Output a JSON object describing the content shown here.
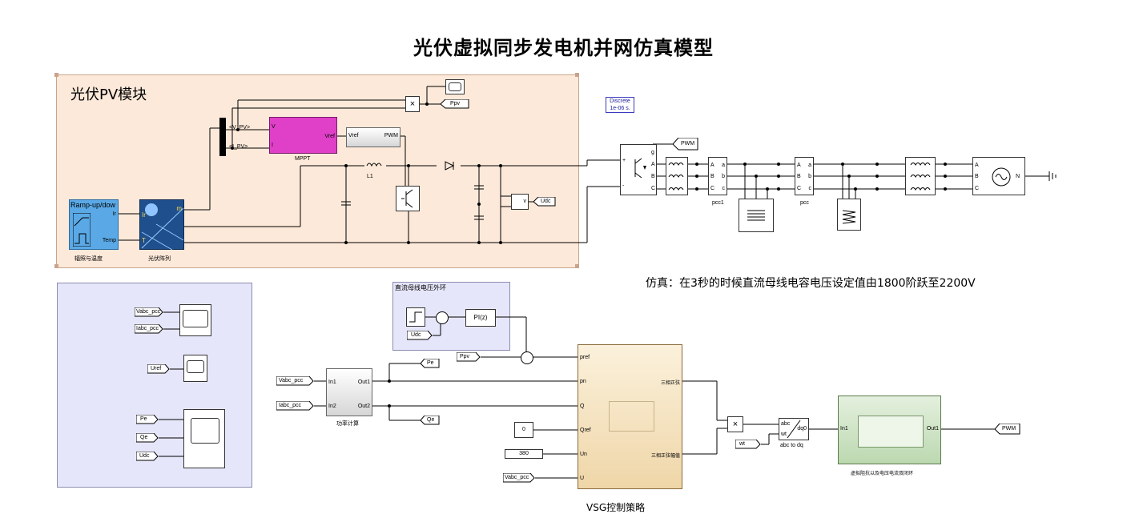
{
  "title": "光伏虚拟同步发电机并网仿真模型",
  "pv_area_label": "光伏PV模块",
  "note": "仿真：在3秒的时候直流母线电容电压设定值由1800阶跃至2200V",
  "powergui": {
    "line1": "Discrete",
    "line2": "1e-06 s."
  },
  "blocks": {
    "ramp": {
      "title": "Ramp-up/dow",
      "port_ir": "Ir",
      "port_temp": "Temp",
      "caption": "辐照与温度"
    },
    "pv_array": {
      "port_m": "m",
      "caption": "光伏阵列",
      "port_ir": "Ir",
      "port_t": "T"
    },
    "bus_labels": {
      "v": "<V_PV>",
      "i": "<I_PV>"
    },
    "mppt": {
      "port_v": "V",
      "port_i": "I",
      "port_vref": "Vref",
      "caption": "MPPT"
    },
    "pwm_gen": {
      "in": "Vref",
      "out": "PWM"
    },
    "inductor": "L1",
    "product_sym": "×",
    "pv_tags": {
      "ppv": "Ppv",
      "udc": "Udc",
      "v_meas": "v",
      "pwm_from": "PWM"
    },
    "inverter": {
      "g": "g",
      "a": "A",
      "b": "B",
      "c": "C",
      "plus": "+",
      "minus": "-"
    },
    "vi_meas": {
      "a": "A",
      "b": "B",
      "c": "C",
      "oa": "a",
      "ob": "b",
      "oc": "c"
    },
    "pcc1": "pcc1",
    "pcc": "pcc",
    "source": {
      "a": "A",
      "b": "B",
      "c": "C",
      "n": "N"
    },
    "monitor_tags": [
      "Vabc_pcc",
      "Iabc_pcc",
      "Uref",
      "Pe",
      "Qe",
      "Udc"
    ],
    "dc_loop": {
      "title": "直流母线电压外环",
      "tag": "Udc",
      "pi": "PI(z)"
    },
    "power_calc": {
      "in1": "In1",
      "in2": "In2",
      "out1": "Out1",
      "out2": "Out2",
      "caption": "功率计算",
      "tag_v": "Vabc_pcc",
      "tag_i": "Iabc_pcc",
      "tag_pe": "Pe",
      "tag_qe": "Qe"
    },
    "vsg": {
      "caption": "VSG控制策略",
      "ports_in": [
        "pref",
        "pn",
        "Q",
        "Qref",
        "Un",
        "U"
      ],
      "out1": "三相正弦",
      "out2": "三相正弦幅值",
      "ppv": "Ppv"
    },
    "const_qref": "0",
    "const_un": "380",
    "tag_u": "Vabc_pcc",
    "abc_dq": {
      "abc": "abc",
      "wt": "wt",
      "dq0": "dq0",
      "caption": "abc to dq",
      "wt_tag": "wt"
    },
    "impedance": {
      "in1": "In1",
      "out1": "Out1",
      "caption": "虚拟阻抗以及电压电流双闭环"
    },
    "pwm_goto": "PWM"
  },
  "colors": {
    "pv_area": "#fde9d9",
    "sub_area": "#e6e6fa",
    "mppt": "#e040c8",
    "ramp": "#5aa9e6",
    "pv_array": "#1f4f8c",
    "vsg": "#f0d8a8",
    "impedance": "#c8e0c0"
  }
}
